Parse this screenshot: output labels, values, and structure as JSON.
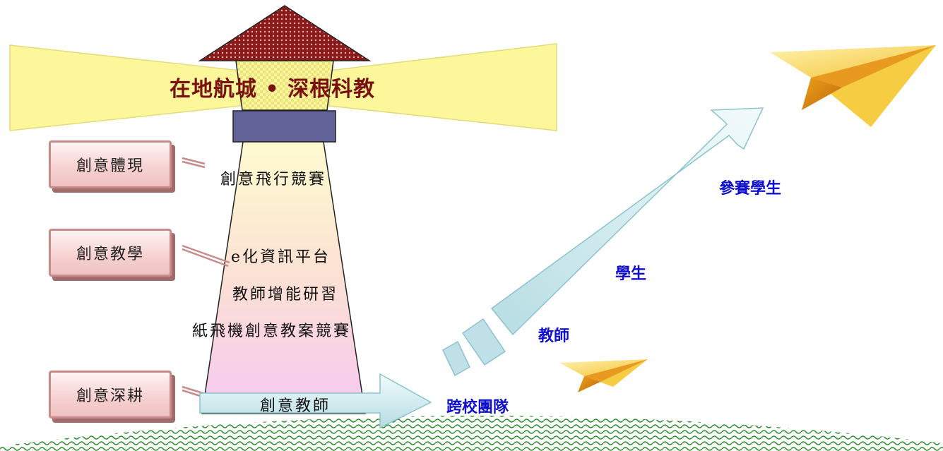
{
  "title": "在地航城 • 深根科教",
  "categories": [
    {
      "id": "embody",
      "label": "創意體現"
    },
    {
      "id": "teach",
      "label": "創意教學"
    },
    {
      "id": "deep",
      "label": "創意深耕"
    }
  ],
  "lighthouse_items": {
    "competition": "創意飛行競賽",
    "platform": "e化資訊平台",
    "training": "教師增能研習",
    "lesson_contest": "紙飛機創意教案競賽"
  },
  "base_arrow_label": "創意教師",
  "arrow_labels": {
    "team": "跨校團隊",
    "teachers": "教師",
    "students": "學生",
    "participants": "參賽學生"
  },
  "colors": {
    "title_text": "#7a1010",
    "arrow_text": "#1010cc",
    "roof": "#8b1a1a",
    "cap_block": "#63639a",
    "beam": "#fbf79a",
    "grass": "#2f8f2f"
  },
  "icons": [
    "paper-plane-icon",
    "paper-plane-icon"
  ]
}
